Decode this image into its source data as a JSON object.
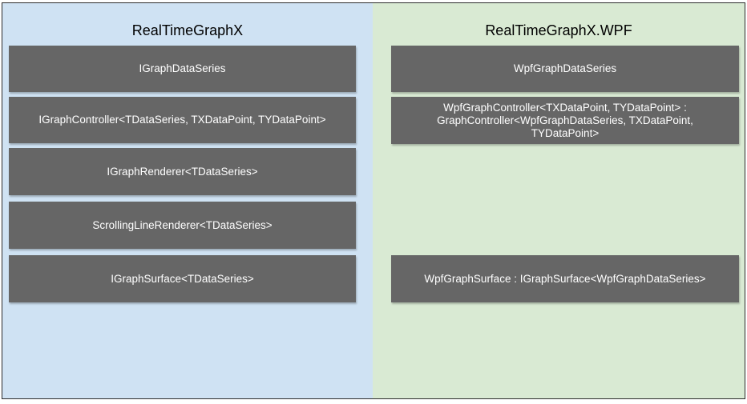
{
  "left_panel": {
    "title": "RealTimeGraphX",
    "boxes": [
      "IGraphDataSeries",
      "IGraphController<TDataSeries, TXDataPoint, TYDataPoint>",
      "IGraphRenderer<TDataSeries>",
      "ScrollingLineRenderer<TDataSeries>",
      "IGraphSurface<TDataSeries>"
    ]
  },
  "right_panel": {
    "title": "RealTimeGraphX.WPF",
    "boxes": [
      "WpfGraphDataSeries",
      "WpfGraphController<TXDataPoint, TYDataPoint> : GraphController<WpfGraphDataSeries, TXDataPoint, TYDataPoint>",
      "WpfGraphSurface : IGraphSurface<WpfGraphDataSeries>"
    ]
  },
  "colors": {
    "left_background": "#cfe2f3",
    "right_background": "#d9ead3",
    "box_fill": "#666666",
    "box_text": "#ffffff"
  }
}
